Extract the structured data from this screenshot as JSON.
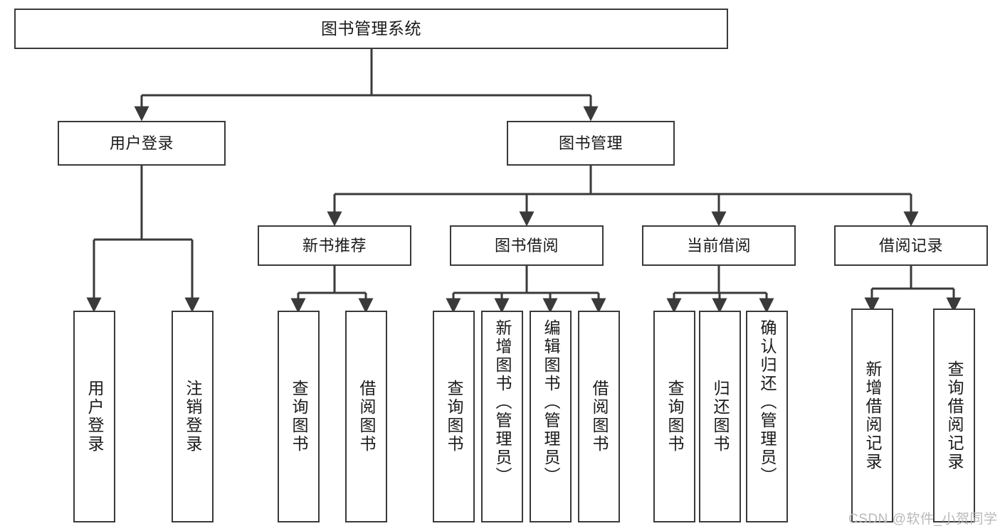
{
  "diagram": {
    "title": "图书管理系统",
    "type": "tree",
    "root": {
      "label": "图书管理系统",
      "children": [
        {
          "label": "用户登录",
          "children": [
            {
              "label": "用户登录"
            },
            {
              "label": "注销登录"
            }
          ]
        },
        {
          "label": "图书管理",
          "children": [
            {
              "label": "新书推荐",
              "children": [
                {
                  "label": "查询图书"
                },
                {
                  "label": "借阅图书"
                }
              ]
            },
            {
              "label": "图书借阅",
              "children": [
                {
                  "label": "查询图书"
                },
                {
                  "label": "新增图书（管理员）"
                },
                {
                  "label": "编辑图书（管理员）"
                },
                {
                  "label": "借阅图书"
                }
              ]
            },
            {
              "label": "当前借阅",
              "children": [
                {
                  "label": "查询图书"
                },
                {
                  "label": "归还图书"
                },
                {
                  "label": "确认归还（管理员）"
                }
              ]
            },
            {
              "label": "借阅记录",
              "children": [
                {
                  "label": "新增借阅记录"
                },
                {
                  "label": "查询借阅记录"
                }
              ]
            }
          ]
        }
      ]
    }
  },
  "nodes": {
    "root": "图书管理系统",
    "user_login": "用户登录",
    "book_manage": "图书管理",
    "new_book_rec": "新书推荐",
    "book_borrow": "图书借阅",
    "current_borrow": "当前借阅",
    "borrow_record": "借阅记录",
    "leaf_user_login": "用户登录",
    "leaf_user_logout": "注销登录",
    "leaf_rec_query": "查询图书",
    "leaf_rec_borrow": "借阅图书",
    "leaf_borrow_query": "查询图书",
    "leaf_borrow_add": "新增图书（管理员）",
    "leaf_borrow_edit": "编辑图书（管理员）",
    "leaf_borrow_do": "借阅图书",
    "leaf_cur_query": "查询图书",
    "leaf_cur_return": "归还图书",
    "leaf_cur_confirm": "确认归还（管理员）",
    "leaf_rec_add": "新增借阅记录",
    "leaf_rec_search": "查询借阅记录"
  },
  "watermark": {
    "text": "CSDN @软件_小贺同学"
  },
  "colors": {
    "border": "#3a3a3a",
    "background": "#ffffff",
    "text": "#1a1a1a",
    "watermark": "#b9b9b9"
  }
}
